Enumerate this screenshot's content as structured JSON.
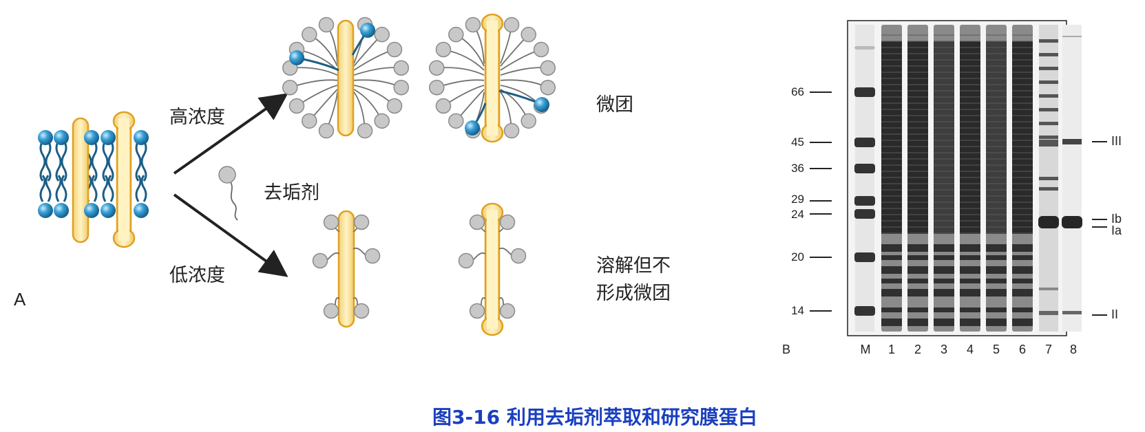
{
  "panel_a": {
    "label": "A",
    "high_concentration": "高浓度",
    "low_concentration": "低浓度",
    "detergent": "去垢剂",
    "micelle": "微团",
    "dissolve_line1": "溶解但不",
    "dissolve_line2": "形成微团"
  },
  "panel_b": {
    "label": "B",
    "markers": [
      "66",
      "45",
      "36",
      "29",
      "24",
      "20",
      "14"
    ],
    "lanes": [
      "M",
      "1",
      "2",
      "3",
      "4",
      "5",
      "6",
      "7",
      "8"
    ],
    "bands": [
      "III",
      "Ib",
      "Ia",
      "II"
    ]
  },
  "caption": "图3-16 利用去垢剂萃取和研究膜蛋白",
  "colors": {
    "protein_fill": "#fbe6a0",
    "protein_stroke": "#e0a020",
    "lipid_head_blue": "#3aa0d6",
    "detergent_head_gray": "#c8c8c8",
    "caption_blue": "#1a3fbf"
  }
}
